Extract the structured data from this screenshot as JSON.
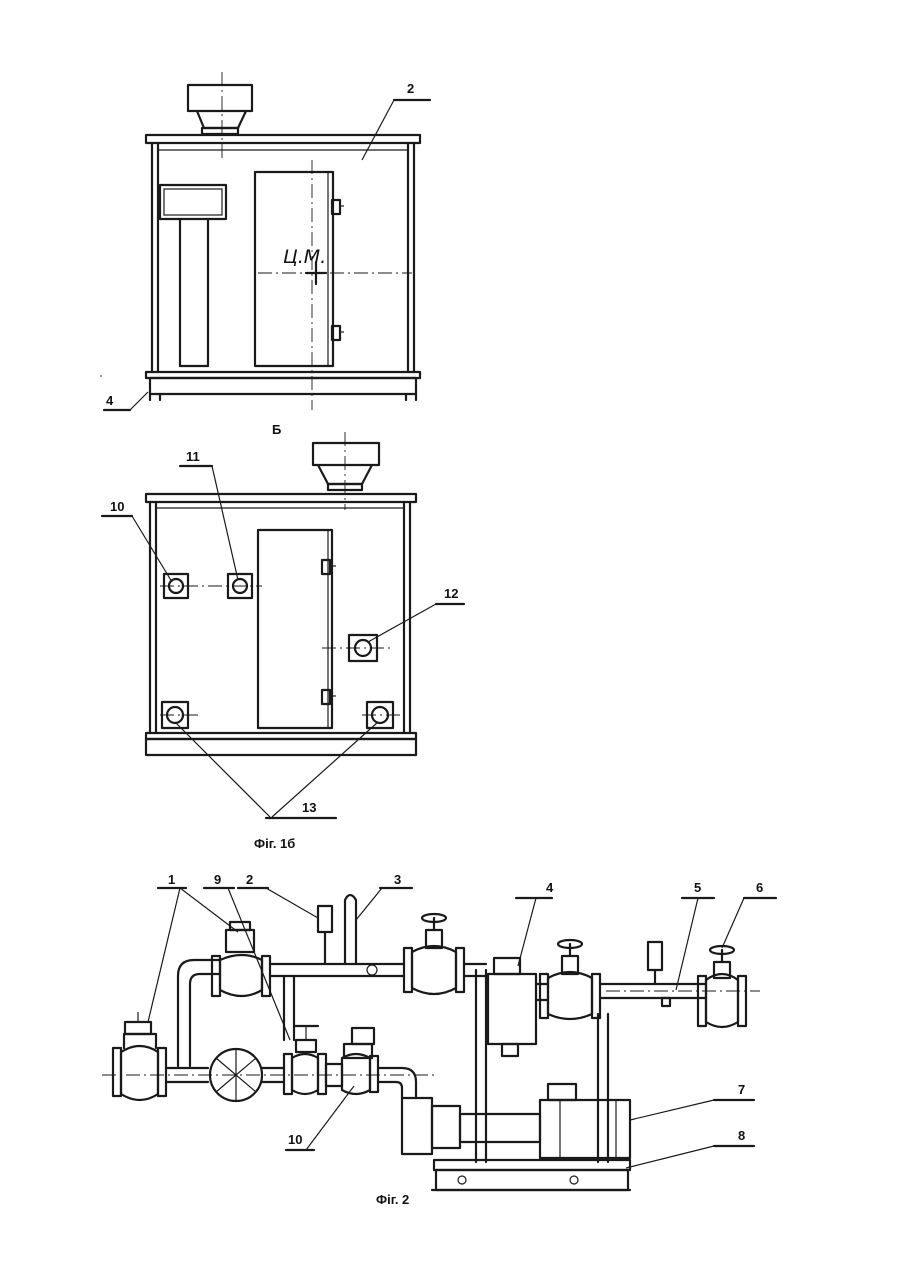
{
  "figure_top": {
    "center_mark": "Ц.М.",
    "labels": {
      "wall": "2",
      "base": "4"
    }
  },
  "view_label": "Б",
  "figure_bottom": {
    "labels": {
      "port_a": "10",
      "port_b": "11",
      "port_c": "12",
      "port_bottom": "13"
    },
    "caption": "Фіг. 1б"
  },
  "figure_2": {
    "labels": [
      "1",
      "9",
      "2",
      "3",
      "4",
      "5",
      "6",
      "7",
      "8",
      "10"
    ],
    "caption": "Фіг. 2"
  }
}
